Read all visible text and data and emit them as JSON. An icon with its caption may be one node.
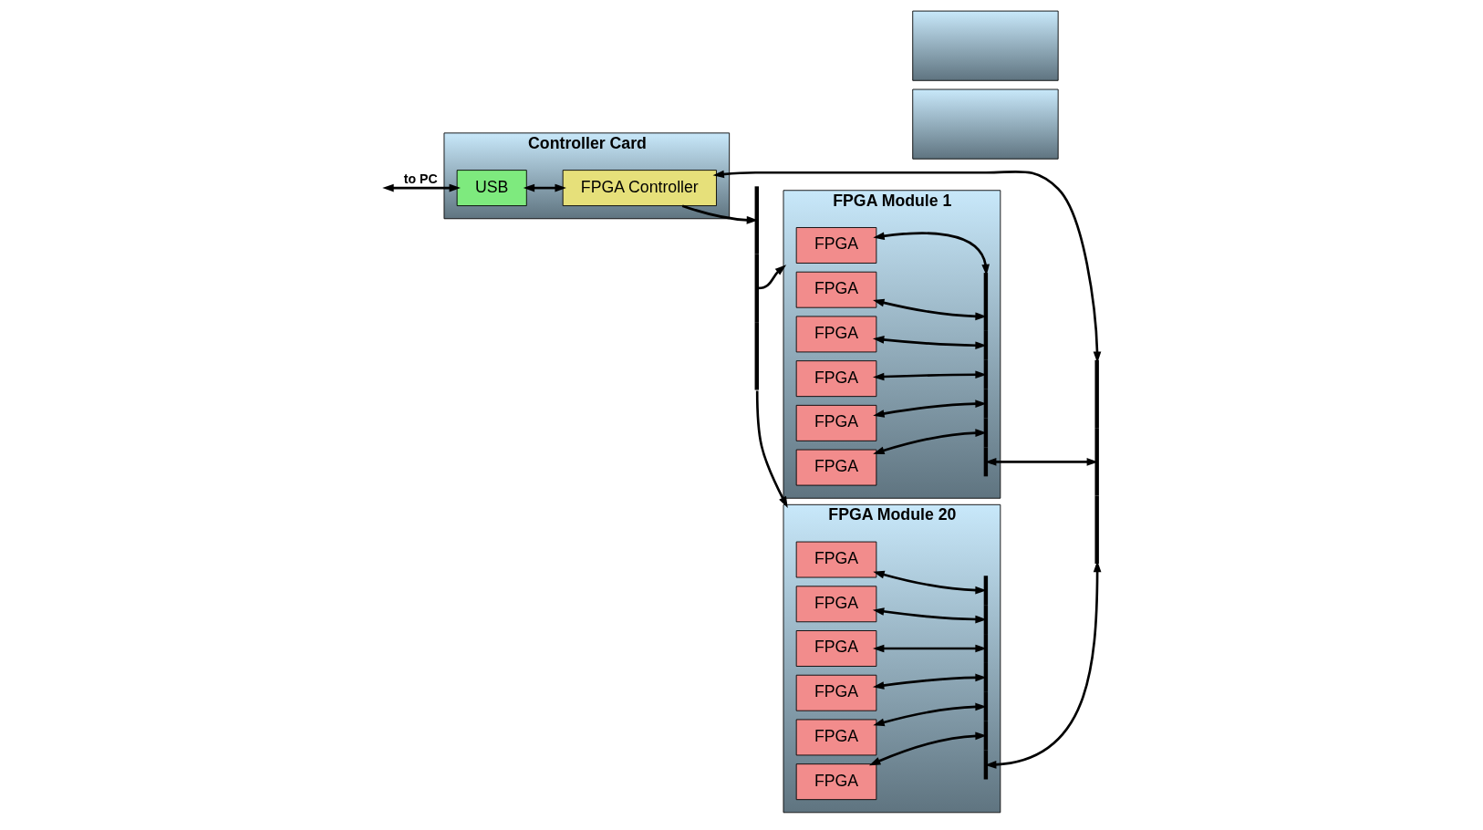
{
  "diagram": {
    "nodes": [
      {
        "text": [
          "Controller Card"
        ]
      },
      {
        "text": [
          "USB"
        ],
        "in": 0
      },
      {
        "text": [
          "FPGA Controller"
        ],
        "in": 0
      },
      {
        "text": [
          "FPGA Module 1"
        ]
      },
      {
        "text": [
          "FPGA"
        ],
        "in": 3
      },
      {
        "text": [
          "FPGA"
        ],
        "in": 3
      },
      {
        "text": [
          "FPGA"
        ],
        "in": 3
      },
      {
        "text": [
          "FPGA"
        ],
        "in": 3
      },
      {
        "text": [
          "FPGA"
        ],
        "in": 3
      },
      {
        "text": [
          "FPGA"
        ],
        "in": 3
      },
      {
        "text": [],
        "shape": "bar",
        "in": 3
      },
      {
        "text": [
          "FPGA Module 20"
        ]
      },
      {
        "text": [
          "FPGA"
        ],
        "in": 11
      },
      {
        "text": [
          "FPGA"
        ],
        "in": 11
      },
      {
        "text": [
          "FPGA"
        ],
        "in": 11
      },
      {
        "text": [
          "FPGA"
        ],
        "in": 11
      },
      {
        "text": [
          "FPGA"
        ],
        "in": 11
      },
      {
        "text": [
          "FPGA"
        ],
        "in": 11
      },
      {
        "text": [],
        "shape": "bar",
        "in": 11
      },
      {
        "text": [],
        "shape": "box"
      },
      {
        "text": [],
        "shape": "box"
      },
      {
        "text": [],
        "shape": "bar"
      },
      {
        "text": [],
        "shape": "bar"
      }
    ],
    "edges": [
      {
        "from": null,
        "to": 1,
        "arrow": "both",
        "label": "to PC"
      },
      {
        "from": 1,
        "to": 2,
        "arrow": "both"
      },
      {
        "from": 4,
        "to": 10,
        "arrow": "both"
      },
      {
        "from": 5,
        "to": 10,
        "arrow": "both"
      },
      {
        "from": 6,
        "to": 10,
        "arrow": "both"
      },
      {
        "from": 7,
        "to": 10,
        "arrow": "both"
      },
      {
        "from": 8,
        "to": 10,
        "arrow": "both"
      },
      {
        "from": 9,
        "to": 10,
        "arrow": "both"
      },
      {
        "from": 12,
        "to": 18,
        "arrow": "both"
      },
      {
        "from": 13,
        "to": 18,
        "arrow": "both"
      },
      {
        "from": 14,
        "to": 18,
        "arrow": "both"
      },
      {
        "from": 15,
        "to": 18,
        "arrow": "both"
      },
      {
        "from": 16,
        "to": 18,
        "arrow": "both"
      },
      {
        "from": 17,
        "to": 18,
        "arrow": "both"
      },
      {
        "from": 2,
        "to": 22,
        "arrow": "to"
      },
      {
        "from": 2,
        "to": 21,
        "arrow": "both"
      },
      {
        "from": 22,
        "to": 3,
        "arrow": "to"
      },
      {
        "from": 22,
        "to": 11,
        "arrow": "to"
      },
      {
        "from": 10,
        "to": 21,
        "arrow": "both"
      },
      {
        "from": 18,
        "to": 21,
        "arrow": "both"
      }
    ]
  }
}
